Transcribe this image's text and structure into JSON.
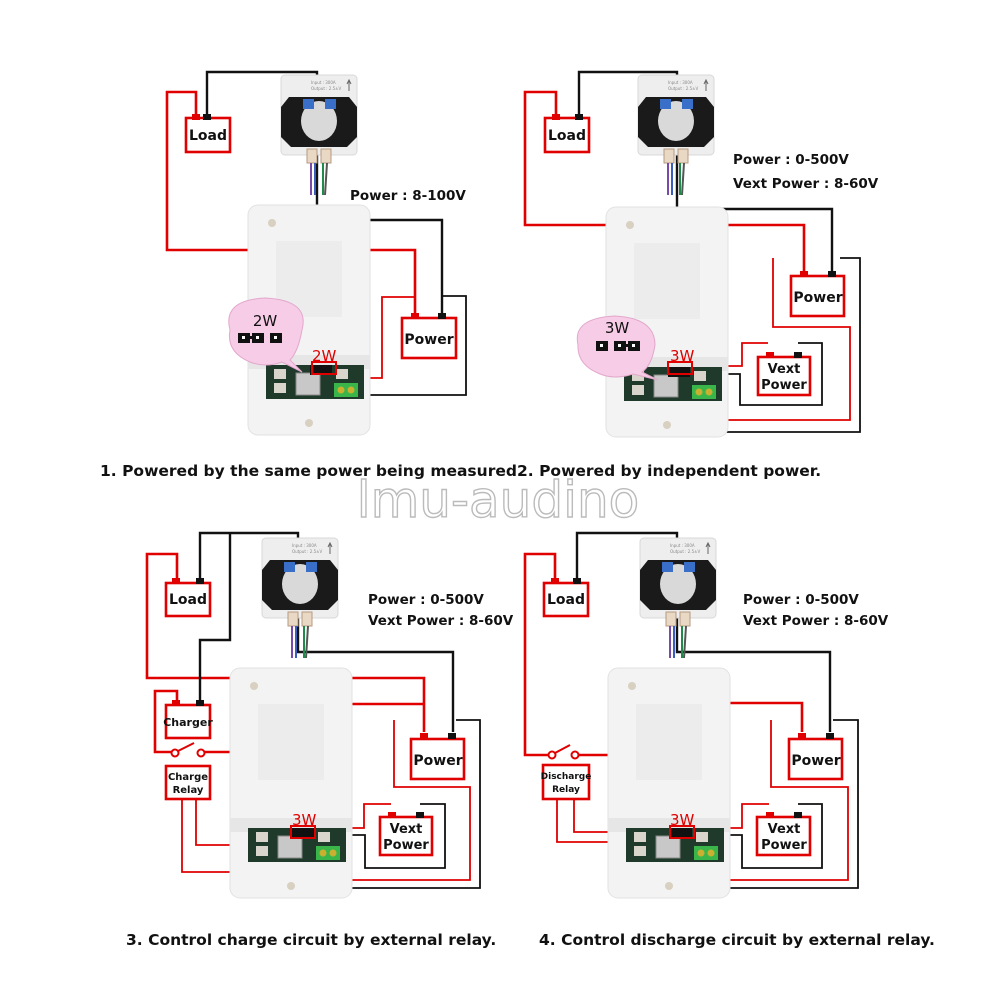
{
  "watermark": "lmu-audino",
  "colors": {
    "positive_wire": "#e00000",
    "negative_wire": "#111111",
    "callout_bubble": "#f7cce6",
    "terminal_green": "#3ab54a",
    "pcb": "#1f3a2a"
  },
  "diagrams": [
    {
      "caption": "1. Powered by the same power being measured.",
      "spec_lines": [
        "Power : 8-100V"
      ],
      "jumper_label": "2W",
      "jumper_callout": "2W",
      "boxes": {
        "load": "Load",
        "power": "Power"
      }
    },
    {
      "caption": "2. Powered by independent power.",
      "spec_lines": [
        "Power : 0-500V",
        "Vext Power : 8-60V"
      ],
      "jumper_label": "3W",
      "jumper_callout": "3W",
      "boxes": {
        "load": "Load",
        "power": "Power",
        "vext_line1": "Vext",
        "vext_line2": "Power"
      }
    },
    {
      "caption": "3.  Control charge circuit by external relay.",
      "spec_lines": [
        "Power : 0-500V",
        "Vext Power : 8-60V"
      ],
      "jumper_label": "3W",
      "boxes": {
        "load": "Load",
        "charger": "Charger",
        "relay_line1": "Charge",
        "relay_line2": "Relay",
        "power": "Power",
        "vext_line1": "Vext",
        "vext_line2": "Power"
      }
    },
    {
      "caption": "4.  Control discharge circuit by external relay.",
      "spec_lines": [
        "Power : 0-500V",
        "Vext Power : 8-60V"
      ],
      "jumper_label": "3W",
      "boxes": {
        "load": "Load",
        "relay_line1": "Discharge",
        "relay_line2": "Relay",
        "power": "Power",
        "vext_line1": "Vext",
        "vext_line2": "Power"
      }
    }
  ]
}
